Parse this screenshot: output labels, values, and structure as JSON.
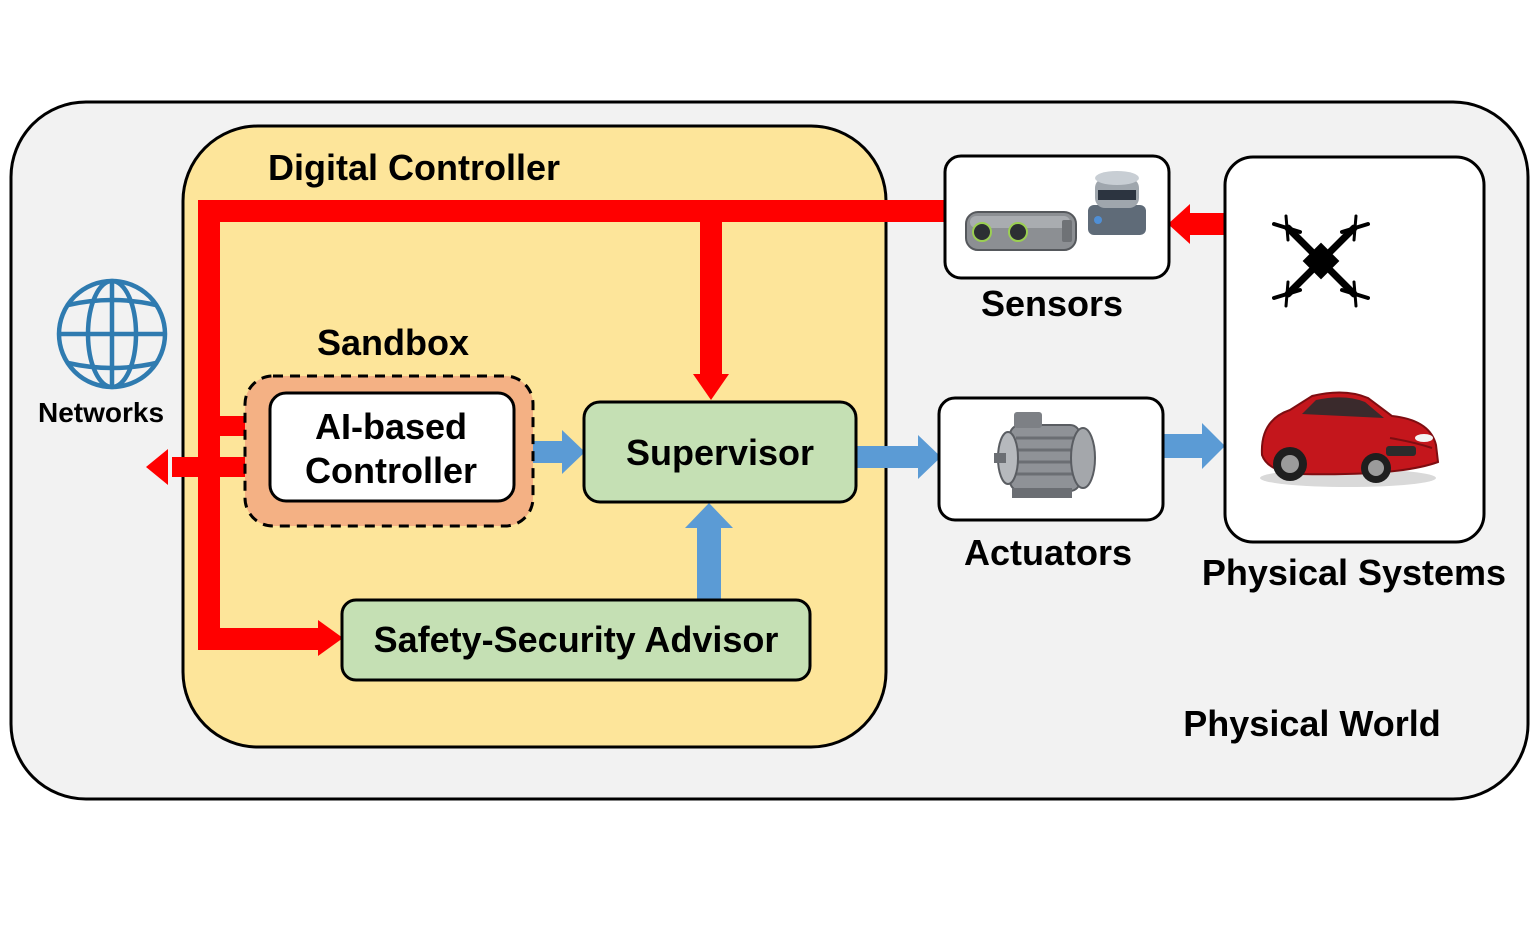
{
  "colors": {
    "world_fill": "#f2f2f2",
    "controller_fill": "#fde59a",
    "sandbox_fill": "#f4b184",
    "box_green": "#c5e0b4",
    "red_flow": "#ff0000",
    "blue_flow": "#5b9bd5",
    "globe": "#2f7bb0",
    "car_body": "#c4161c"
  },
  "labels": {
    "physical_world": "Physical World",
    "digital_controller": "Digital Controller",
    "sandbox": "Sandbox",
    "ai_controller_line1": "AI-based",
    "ai_controller_line2": "Controller",
    "supervisor": "Supervisor",
    "advisor": "Safety-Security Advisor",
    "networks": "Networks",
    "sensors": "Sensors",
    "actuators": "Actuators",
    "physical_systems": "Physical Systems"
  },
  "icons": {
    "networks": "globe-icon",
    "sensors": "depth-camera-and-lidar-icon",
    "actuators": "electric-motor-icon",
    "drone": "quadcopter-drone-icon",
    "car": "red-car-icon"
  }
}
